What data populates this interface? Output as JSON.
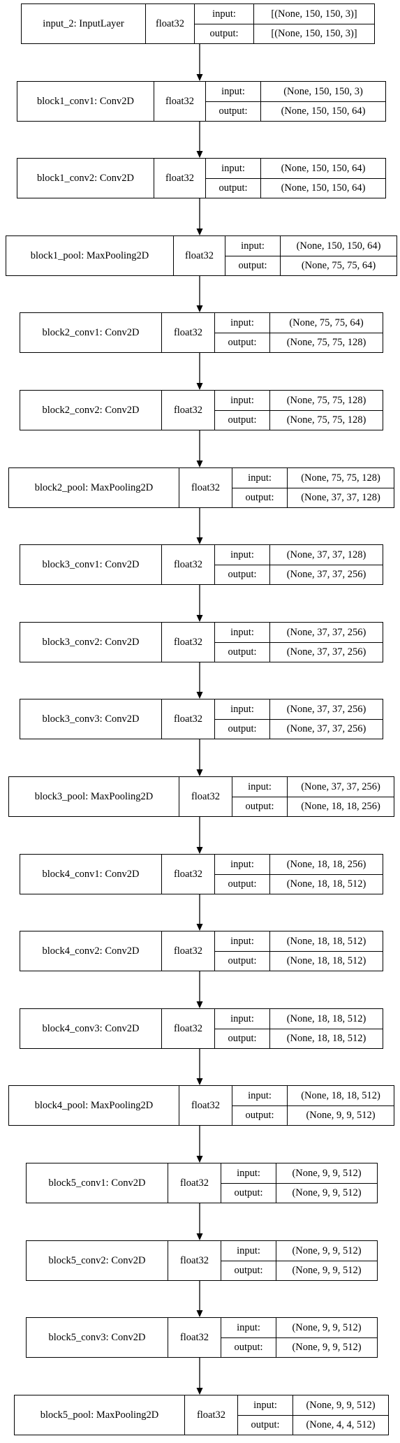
{
  "io_labels": {
    "input": "input:",
    "output": "output:"
  },
  "layers": [
    {
      "name": "input_2: InputLayer",
      "dtype": "float32",
      "input": "[(None, 150, 150, 3)]",
      "output": "[(None, 150, 150, 3)]"
    },
    {
      "name": "block1_conv1: Conv2D",
      "dtype": "float32",
      "input": "(None, 150, 150, 3)",
      "output": "(None, 150, 150, 64)"
    },
    {
      "name": "block1_conv2: Conv2D",
      "dtype": "float32",
      "input": "(None, 150, 150, 64)",
      "output": "(None, 150, 150, 64)"
    },
    {
      "name": "block1_pool: MaxPooling2D",
      "dtype": "float32",
      "input": "(None, 150, 150, 64)",
      "output": "(None, 75, 75, 64)"
    },
    {
      "name": "block2_conv1: Conv2D",
      "dtype": "float32",
      "input": "(None, 75, 75, 64)",
      "output": "(None, 75, 75, 128)"
    },
    {
      "name": "block2_conv2: Conv2D",
      "dtype": "float32",
      "input": "(None, 75, 75, 128)",
      "output": "(None, 75, 75, 128)"
    },
    {
      "name": "block2_pool: MaxPooling2D",
      "dtype": "float32",
      "input": "(None, 75, 75, 128)",
      "output": "(None, 37, 37, 128)"
    },
    {
      "name": "block3_conv1: Conv2D",
      "dtype": "float32",
      "input": "(None, 37, 37, 128)",
      "output": "(None, 37, 37, 256)"
    },
    {
      "name": "block3_conv2: Conv2D",
      "dtype": "float32",
      "input": "(None, 37, 37, 256)",
      "output": "(None, 37, 37, 256)"
    },
    {
      "name": "block3_conv3: Conv2D",
      "dtype": "float32",
      "input": "(None, 37, 37, 256)",
      "output": "(None, 37, 37, 256)"
    },
    {
      "name": "block3_pool: MaxPooling2D",
      "dtype": "float32",
      "input": "(None, 37, 37, 256)",
      "output": "(None, 18, 18, 256)"
    },
    {
      "name": "block4_conv1: Conv2D",
      "dtype": "float32",
      "input": "(None, 18, 18, 256)",
      "output": "(None, 18, 18, 512)"
    },
    {
      "name": "block4_conv2: Conv2D",
      "dtype": "float32",
      "input": "(None, 18, 18, 512)",
      "output": "(None, 18, 18, 512)"
    },
    {
      "name": "block4_conv3: Conv2D",
      "dtype": "float32",
      "input": "(None, 18, 18, 512)",
      "output": "(None, 18, 18, 512)"
    },
    {
      "name": "block4_pool: MaxPooling2D",
      "dtype": "float32",
      "input": "(None, 18, 18, 512)",
      "output": "(None, 9, 9, 512)"
    },
    {
      "name": "block5_conv1: Conv2D",
      "dtype": "float32",
      "input": "(None, 9, 9, 512)",
      "output": "(None, 9, 9, 512)"
    },
    {
      "name": "block5_conv2: Conv2D",
      "dtype": "float32",
      "input": "(None, 9, 9, 512)",
      "output": "(None, 9, 9, 512)"
    },
    {
      "name": "block5_conv3: Conv2D",
      "dtype": "float32",
      "input": "(None, 9, 9, 512)",
      "output": "(None, 9, 9, 512)"
    },
    {
      "name": "block5_pool: MaxPooling2D",
      "dtype": "float32",
      "input": "(None, 9, 9, 512)",
      "output": "(None, 4, 4, 512)"
    }
  ]
}
